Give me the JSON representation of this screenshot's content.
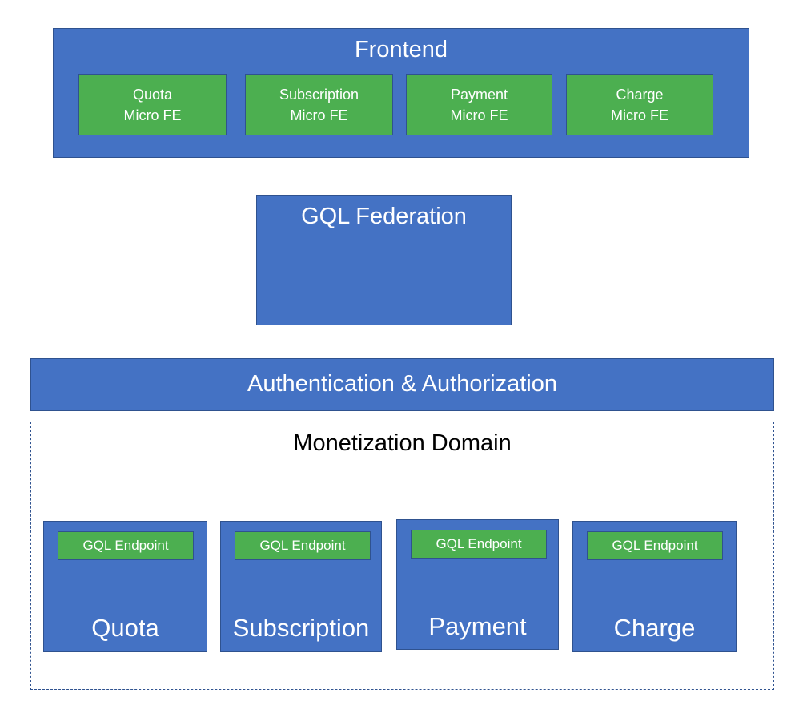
{
  "frontend": {
    "title": "Frontend",
    "micro_fes": [
      {
        "line1": "Quota",
        "line2": "Micro FE"
      },
      {
        "line1": "Subscription",
        "line2": "Micro FE"
      },
      {
        "line1": "Payment",
        "line2": "Micro FE"
      },
      {
        "line1": "Charge",
        "line2": "Micro FE"
      }
    ]
  },
  "federation": {
    "title": "GQL Federation"
  },
  "auth": {
    "title": "Authentication & Authorization"
  },
  "domain": {
    "title": "Monetization Domain",
    "services": [
      {
        "name": "Quota",
        "endpoint": "GQL Endpoint"
      },
      {
        "name": "Subscription",
        "endpoint": "GQL Endpoint"
      },
      {
        "name": "Payment",
        "endpoint": "GQL Endpoint"
      },
      {
        "name": "Charge",
        "endpoint": "GQL Endpoint"
      }
    ]
  },
  "colors": {
    "box_blue": "#4472c4",
    "box_green": "#4caf50",
    "border": "#2f528f"
  }
}
